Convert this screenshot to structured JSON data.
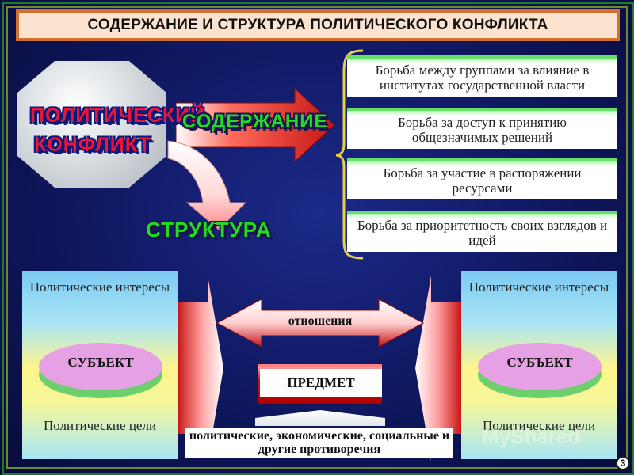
{
  "title": "СОДЕРЖАНИЕ И СТРУКТУРА ПОЛИТИЧЕСКОГО КОНФЛИКТА",
  "central": {
    "line1": "ПОЛИТИЧЕСКИЙ",
    "line2": "КОНФЛИКТ"
  },
  "labels": {
    "content": "СОДЕРЖАНИЕ",
    "structure": "СТРУКТУРА"
  },
  "content_items": [
    "Борьба между группами за влияние в институтах государственной власти",
    "Борьба за доступ к принятию общезначимых решений",
    "Борьба за участие в распоряжении ресурсами",
    "Борьба за приоритетность своих взглядов и идей"
  ],
  "left_panel": {
    "top": "Политические интересы",
    "subject": "СУБЪЕКТ",
    "bottom": "Политические цели"
  },
  "right_panel": {
    "top": "Политические интересы",
    "subject": "СУБЪЕКТ",
    "bottom": "Политические цели"
  },
  "relations": "отношения",
  "object": "ПРЕДМЕТ",
  "contradictions": "политические, экономические, социальные и другие противоречия",
  "watermark": "MyShared",
  "page_number": "3",
  "colors": {
    "background": "#111a66",
    "title_fill": "#fce3cf",
    "title_border": "#d2712f",
    "label_green": "#22dd22",
    "label_red": "#e8163a",
    "item_border": "#66e066",
    "arrow_red": "#c51515"
  }
}
